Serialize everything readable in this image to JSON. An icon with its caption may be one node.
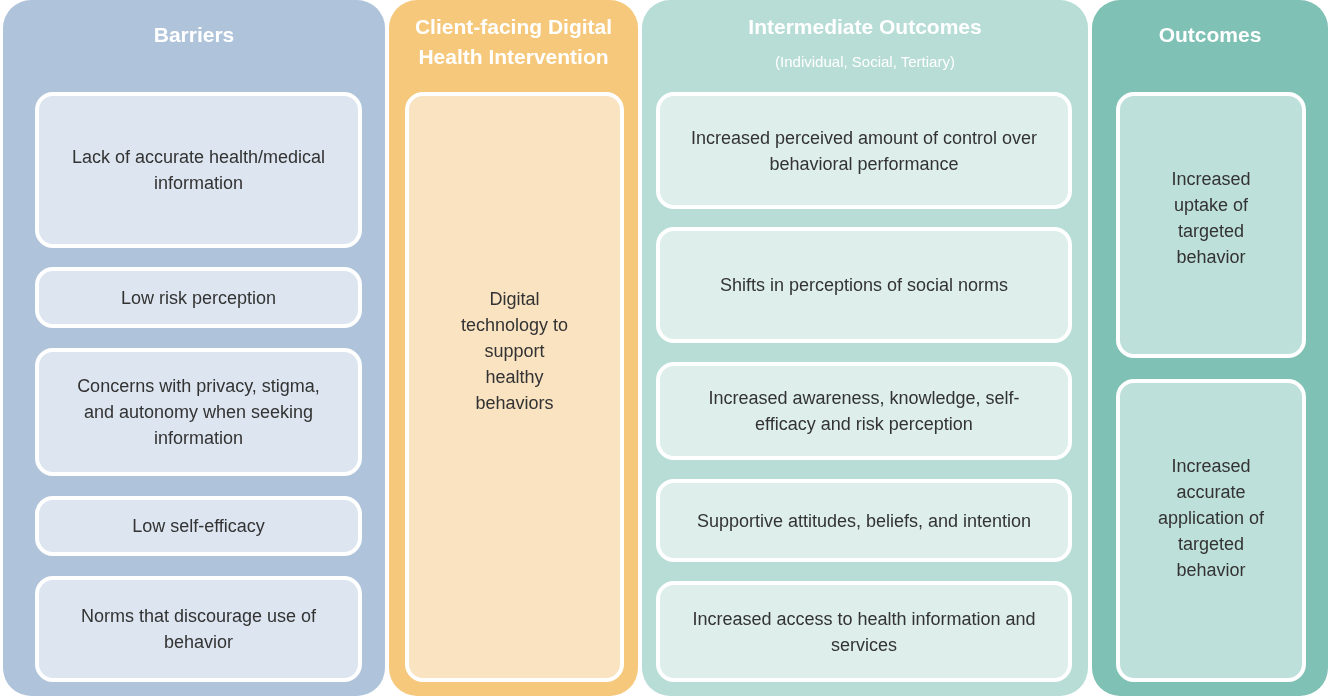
{
  "diagram": {
    "nodes": [
      {
        "text": [
          "Barriers"
        ]
      },
      {
        "text": [
          "Lack of accurate health/medical information"
        ],
        "in": 0
      },
      {
        "text": [
          "Low risk perception"
        ],
        "in": 0
      },
      {
        "text": [
          "Concerns with privacy, stigma, and autonomy when seeking information"
        ],
        "in": 0
      },
      {
        "text": [
          "Low self-efficacy"
        ],
        "in": 0
      },
      {
        "text": [
          "Norms that discourage use of behavior"
        ],
        "in": 0
      },
      {
        "text": [
          "Client-facing Digital Health Intervention"
        ]
      },
      {
        "text": [
          "Digital technology to support healthy behaviors"
        ],
        "in": 6
      },
      {
        "text": [
          "Intermediate Outcomes",
          "(Individual, Social, Tertiary)"
        ]
      },
      {
        "text": [
          "Increased perceived amount of control over behavioral performance"
        ],
        "in": 8
      },
      {
        "text": [
          "Shifts in perceptions of social norms"
        ],
        "in": 8
      },
      {
        "text": [
          "Increased awareness, knowledge, self-efficacy and risk perception"
        ],
        "in": 8
      },
      {
        "text": [
          "Supportive attitudes, beliefs, and intention"
        ],
        "in": 8
      },
      {
        "text": [
          "Increased access to health information and services"
        ],
        "in": 8
      },
      {
        "text": [
          "Outcomes"
        ]
      },
      {
        "text": [
          "Increased uptake of targeted behavior"
        ],
        "in": 14
      },
      {
        "text": [
          "Increased accurate application of targeted behavior"
        ],
        "in": 14
      }
    ]
  }
}
